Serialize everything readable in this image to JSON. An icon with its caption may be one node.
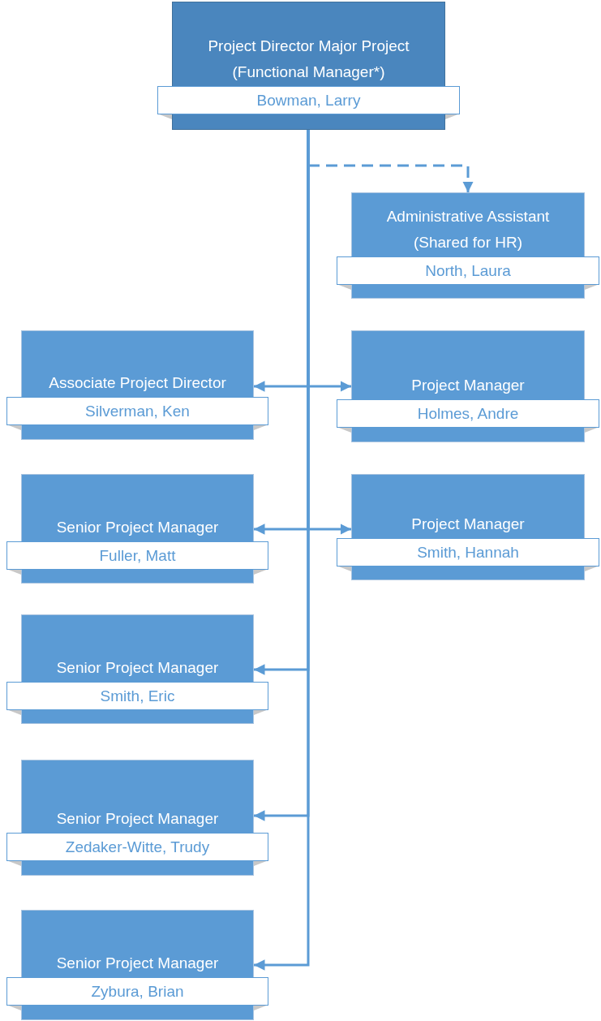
{
  "diagram": {
    "nodes": [
      {
        "text": [
          "Project Director Major Project (Functional Manager*)",
          "Bowman, Larry"
        ]
      },
      {
        "text": [
          "Administrative Assistant (Shared for HR)",
          "North, Laura"
        ]
      },
      {
        "text": [
          "Associate Project Director",
          "Silverman, Ken"
        ]
      },
      {
        "text": [
          "Project Manager",
          "Holmes, Andre"
        ]
      },
      {
        "text": [
          "Senior Project Manager",
          "Fuller, Matt"
        ]
      },
      {
        "text": [
          "Project Manager",
          "Smith, Hannah"
        ]
      },
      {
        "text": [
          "Senior Project Manager",
          "Smith, Eric"
        ]
      },
      {
        "text": [
          "Senior Project Manager",
          "Zedaker-Witte, Trudy"
        ]
      },
      {
        "text": [
          "Senior Project Manager",
          "Zybura, Brian"
        ]
      }
    ],
    "edges": [
      {
        "from": 0,
        "to": 1,
        "arrow": "to",
        "style": "dashed"
      },
      {
        "from": 0,
        "to": 2,
        "arrow": "to"
      },
      {
        "from": 0,
        "to": 3,
        "arrow": "to"
      },
      {
        "from": 0,
        "to": 4,
        "arrow": "to"
      },
      {
        "from": 0,
        "to": 5,
        "arrow": "to"
      },
      {
        "from": 0,
        "to": 6,
        "arrow": "to"
      },
      {
        "from": 0,
        "to": 7,
        "arrow": "to"
      },
      {
        "from": 0,
        "to": 8,
        "arrow": "to"
      }
    ]
  }
}
